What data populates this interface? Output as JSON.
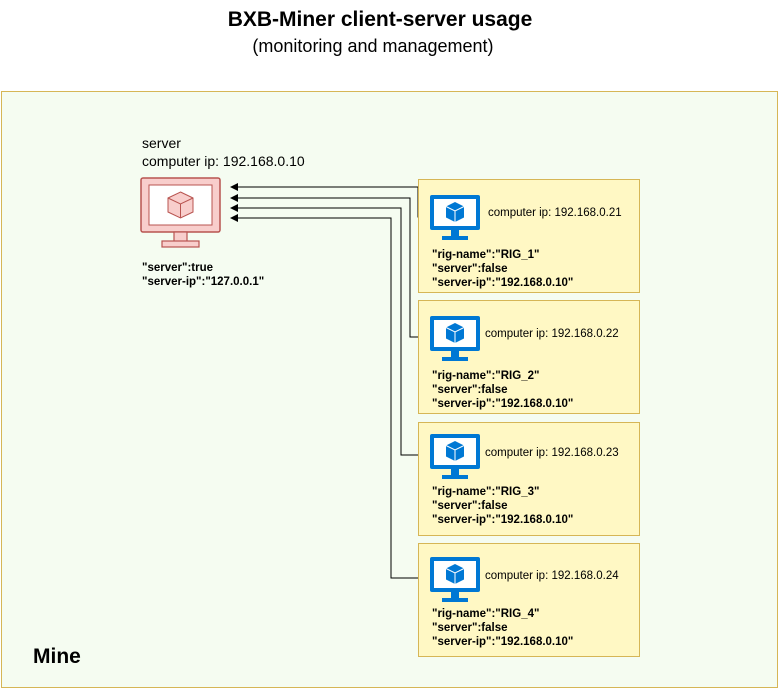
{
  "title": "BXB-Miner client-server usage",
  "subtitle": "(monitoring and management)",
  "container_label": "Mine",
  "server": {
    "role_label": "server",
    "ip_label": "computer ip: 192.168.0.10",
    "params": "\"server\":true\n\"server-ip\":\"127.0.0.1\"",
    "icon": "monitor-cube-icon",
    "color": "#f8cecc"
  },
  "rigs": [
    {
      "ip_label": "computer ip: 192.168.0.21",
      "params": "\"rig-name\":\"RIG_1\"\n\"server\":false\n\"server-ip\":\"192.168.0.10\""
    },
    {
      "ip_label": "computer ip: 192.168.0.22",
      "params": "\"rig-name\":\"RIG_2\"\n\"server\":false\n\"server-ip\":\"192.168.0.10\""
    },
    {
      "ip_label": "computer ip: 192.168.0.23",
      "params": "\"rig-name\":\"RIG_3\"\n\"server\":false\n\"server-ip\":\"192.168.0.10\""
    },
    {
      "ip_label": "computer ip: 192.168.0.24",
      "params": "\"rig-name\":\"RIG_4\"\n\"server\":false\n\"server-ip\":\"192.168.0.10\""
    }
  ],
  "colors": {
    "rig_icon": "#0078d4",
    "rig_box": "#fff8c4",
    "mine_bg": "#f5fcf1",
    "border": "#d6b656"
  }
}
